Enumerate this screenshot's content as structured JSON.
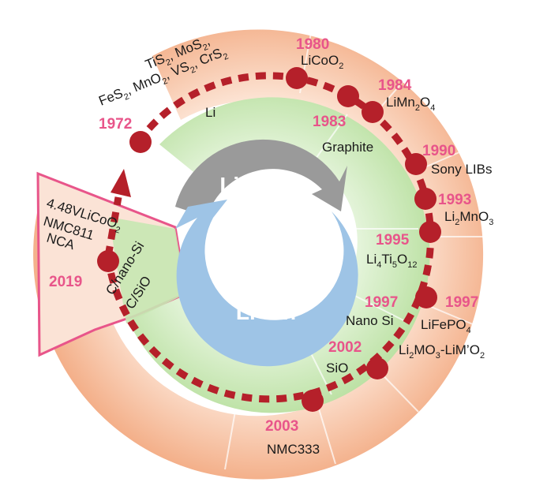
{
  "core": {
    "top_label": "Li-metal",
    "bottom_label": "Li-ion"
  },
  "years": {
    "y1972": "1972",
    "y1980": "1980",
    "y1983": "1983",
    "y1984": "1984",
    "y1990": "1990",
    "y1993": "1993",
    "y1995": "1995",
    "y1997a": "1997",
    "y1997b": "1997",
    "y2002": "2002",
    "y2003": "2003",
    "y2019": "2019"
  },
  "anodes": {
    "li": "Li",
    "graphite": "Graphite",
    "nano_si": "Nano Si",
    "sio": "SiO",
    "c_nano_si": "C/nano-Si",
    "c_sio": "C/SiO"
  },
  "cathodes": {
    "sulfides_line1": [
      "TiS",
      "2",
      ", MoS",
      "2",
      ","
    ],
    "sulfides_line2": [
      "FeS",
      "2",
      ", MnO",
      "2",
      ", VS",
      "2",
      ", CrS",
      "2"
    ],
    "licoo2": [
      "LiCoO",
      "2"
    ],
    "limn2o4": [
      "LiMn",
      "2",
      "O",
      "4"
    ],
    "sony": "Sony LIBs",
    "li2mno3": [
      "Li",
      "2",
      "MnO",
      "3"
    ],
    "li4ti5o12": [
      "Li",
      "4",
      "Ti",
      "5",
      "O",
      "12"
    ],
    "lifepo4": [
      "LiFePO",
      "4"
    ],
    "li2mo3": [
      "Li",
      "2",
      "MO",
      "3",
      "-LiM’O",
      "2"
    ],
    "nmc333": "NMC333",
    "v448": [
      "4.48VLiCoO",
      "2"
    ],
    "nmc811": "NMC811",
    "nca": "NCA"
  },
  "colors": {
    "outer_ring": "#f4b896",
    "outer_ring_light": "#fbdcc8",
    "inner_ring": "#bfe3a8",
    "inner_ring_light": "#e2f3d6",
    "timeline": "#b5202a",
    "year": "#e8558a",
    "li_metal_arrow": "#9a9a9a",
    "li_ion_arrow": "#9ec4e6",
    "highlight_box": "#e8558a"
  }
}
